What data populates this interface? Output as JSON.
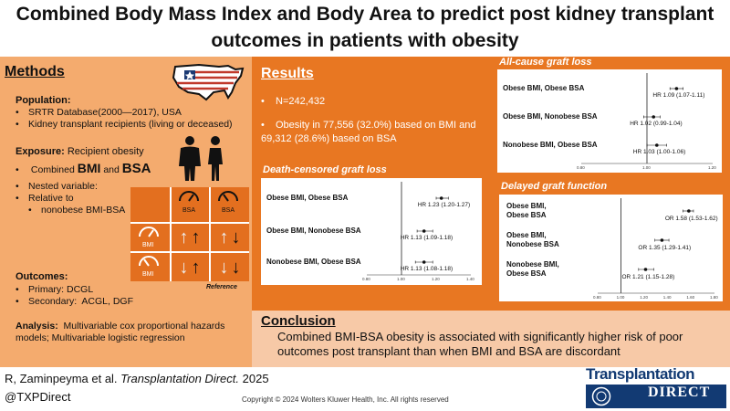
{
  "title": "Combined Body Mass Index and Body Area to predict post kidney transplant outcomes in patients with obesity",
  "methods": {
    "heading": "Methods",
    "population": {
      "label": "Population:",
      "items": [
        "SRTR Database(2000—2017), USA",
        "Kidney transplant recipients (living or deceased)"
      ]
    },
    "exposure": {
      "label": "Exposure:",
      "value": "Recipient obesity",
      "combined_prefix": "Combined",
      "bmi": "BMI",
      "and": "and",
      "bsa": "BSA",
      "items": [
        "Nested variable:",
        "Relative to",
        "nonobese BMI-BSA"
      ]
    },
    "grid": {
      "col_labels": [
        "BSA",
        "BSA"
      ],
      "row_labels": [
        "BMI",
        "BMI"
      ],
      "reference": "Reference"
    },
    "outcomes": {
      "label": "Outcomes:",
      "primary_label": "Primary:",
      "primary": "DCGL",
      "secondary_label": "Secondary:",
      "secondary": "ACGL, DGF"
    },
    "analysis": {
      "label": "Analysis:",
      "text": "Multivariable cox proportional hazards models; Multivariable logistic regression"
    }
  },
  "results": {
    "heading": "Results",
    "bullets": [
      "N=242,432",
      "Obesity in 77,556 (32.0%) based on BMI and 69,312 (28.6%) based on BSA"
    ]
  },
  "plots": [
    {
      "title": "Death-censored graft loss",
      "rows": [
        {
          "label": "Obese BMI, Obese BSA",
          "hr": "HR 1.23 (1.20-1.27)",
          "est": 1.23,
          "lo": 1.2,
          "hi": 1.27
        },
        {
          "label": "Obese BMI, Nonobese BSA",
          "hr": "HR 1.13 (1.09-1.18)",
          "est": 1.13,
          "lo": 1.09,
          "hi": 1.18
        },
        {
          "label": "Nonobese BMI, Obese BSA",
          "hr": "HR 1.13 (1.08-1.18)",
          "est": 1.13,
          "lo": 1.08,
          "hi": 1.18
        }
      ],
      "ticks": [
        "0.80",
        "1.00",
        "1.20",
        "1.40"
      ],
      "xlim": [
        0.8,
        1.4
      ]
    },
    {
      "title": "All-cause graft loss",
      "rows": [
        {
          "label": "Obese BMI, Obese BSA",
          "hr": "HR 1.09 (1.07-1.11)",
          "est": 1.09,
          "lo": 1.07,
          "hi": 1.11
        },
        {
          "label": "Obese BMI, Nonobese BSA",
          "hr": "HR 1.02 (0.99-1.04)",
          "est": 1.02,
          "lo": 0.99,
          "hi": 1.04
        },
        {
          "label": "Nonobese BMI, Obese BSA",
          "hr": "HR 1.03 (1.00-1.06)",
          "est": 1.03,
          "lo": 1.0,
          "hi": 1.06
        }
      ],
      "ticks": [
        "0.80",
        "1.00",
        "1.20"
      ],
      "xlim": [
        0.8,
        1.2
      ]
    },
    {
      "title": "Delayed graft function",
      "rows": [
        {
          "label": [
            "Obese BMI,",
            "Obese BSA"
          ],
          "hr": "OR 1.58 (1.53-1.62)",
          "est": 1.58,
          "lo": 1.53,
          "hi": 1.62
        },
        {
          "label": [
            "Obese BMI,",
            "Nonobese BSA"
          ],
          "hr": "OR 1.35 (1.29-1.41)",
          "est": 1.35,
          "lo": 1.29,
          "hi": 1.41
        },
        {
          "label": [
            "Nonobese BMI,",
            "Obese BSA"
          ],
          "hr": "OR 1.21 (1.15-1.28)",
          "est": 1.21,
          "lo": 1.15,
          "hi": 1.28
        }
      ],
      "ticks": [
        "0.80",
        "1.00",
        "1.20",
        "1.40",
        "1.60",
        "1.80"
      ],
      "xlim": [
        0.8,
        1.8
      ]
    }
  ],
  "conclusion": {
    "heading": "Conclusion",
    "text": "Combined BMI-BSA obesity is associated with significantly higher risk of poor outcomes post transplant than when BMI and BSA are discordant"
  },
  "footer": {
    "authors": "R, Zaminpeyma et al.",
    "journal": "Transplantation Direct.",
    "year": "2025",
    "handle": "@TXPDirect",
    "copyright": "Copyright © 2024  Wolters Kluwer Health, Inc. All rights reserved"
  },
  "logo": {
    "line1": "Transplantation",
    "line2": "DIRECT"
  },
  "colors": {
    "methods_bg": "#f4ab6e",
    "results_bg": "#e87722",
    "conclusion_bg": "#f7c9a7",
    "logo_blue": "#123a73"
  }
}
